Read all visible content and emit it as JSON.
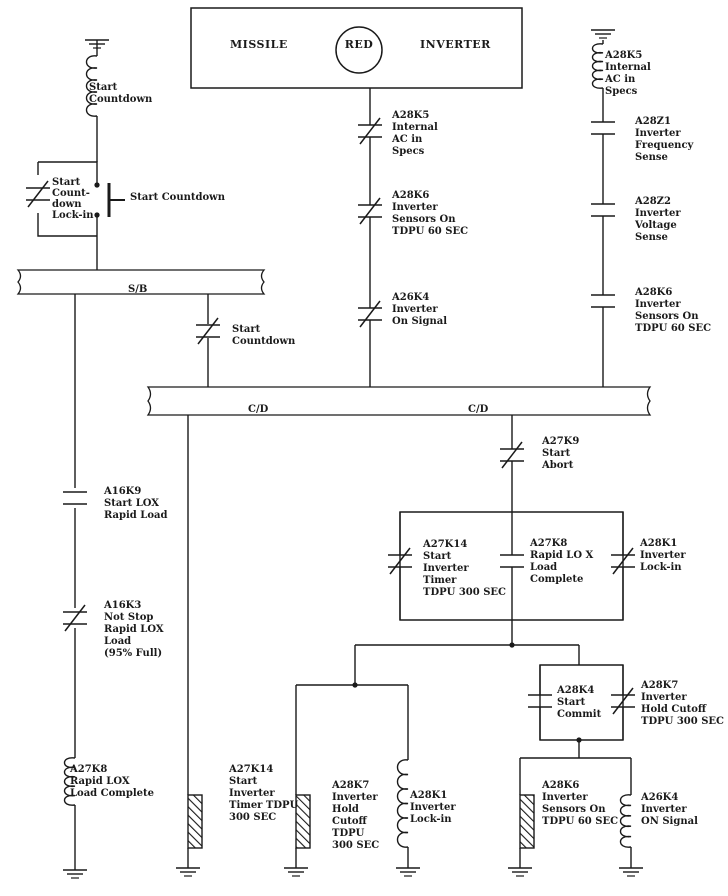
{
  "header_box": {
    "left": "MISSILE",
    "center": "RED",
    "right": "INVERTER"
  },
  "bus": {
    "sb": "S/B",
    "cd_left": "C/D",
    "cd_right": "C/D"
  },
  "labels": {
    "start_countdown_coil": [
      "Start",
      "Countdown"
    ],
    "lockin_contact": [
      "Start",
      "Count-",
      "down",
      "Lock-in"
    ],
    "pushbutton": [
      "Start Countdown"
    ],
    "top_k5_contact": [
      "A28K5",
      "Internal",
      "AC  in",
      "Specs"
    ],
    "top_k6_contact": [
      "A28K6",
      "Inverter",
      "Sensors On",
      "TDPU  60 SEC"
    ],
    "top_a26k4_contact": [
      "A26K4",
      "Inverter",
      "On Signal"
    ],
    "right_k5_coil": [
      "A28K5",
      "Internal",
      "AC  in",
      "Specs"
    ],
    "z1_contact": [
      "A28Z1",
      "Inverter",
      "Frequency",
      "Sense"
    ],
    "z2_contact": [
      "A28Z2",
      "Inverter",
      "Voltage",
      "Sense"
    ],
    "right_k6_contact": [
      "A28K6",
      "Inverter",
      "Sensors On",
      "TDPU  60 SEC"
    ],
    "start_countdown_contact": [
      "Start",
      "Countdown"
    ],
    "a16k9_contact": [
      "A16K9",
      "Start LOX",
      "Rapid Load"
    ],
    "a16k3_contact": [
      "A16K3",
      "Not Stop",
      "Rapid LOX",
      "Load",
      "(95% Full)"
    ],
    "a27k8_coil": [
      "A27K8",
      "Rapid LOX",
      "Load Complete"
    ],
    "a27k14_coil": [
      "A27K14",
      "Start",
      "Inverter",
      "Timer  TDPU",
      "300 SEC"
    ],
    "a27k9_contact": [
      "A27K9",
      "Start",
      "Abort"
    ],
    "a27k14_contact": [
      "A27K14",
      "Start",
      "Inverter",
      "Timer",
      "TDPU 300 SEC"
    ],
    "a27k8_contact": [
      "A27K8",
      "Rapid LO X",
      "Load",
      "Complete"
    ],
    "a28k1_contact": [
      "A28K1",
      "Inverter",
      "Lock-in"
    ],
    "a28k7_coil": [
      "A28K7",
      "Inverter",
      "Hold",
      "Cutoff",
      "TDPU",
      "300 SEC"
    ],
    "a28k1_coil": [
      "A28K1",
      "Inverter",
      "Lock-in"
    ],
    "a28k4_contact": [
      "A28K4",
      "Start",
      "Commit"
    ],
    "a28k7_contact": [
      "A28K7",
      "Inverter",
      "Hold Cutoff",
      "TDPU 300 SEC"
    ],
    "a28k6_coil": [
      "A28K6",
      "Inverter",
      "Sensors On",
      "TDPU 60 SEC"
    ],
    "a26k4_coil": [
      "A26K4",
      "Inverter",
      "ON Signal"
    ]
  }
}
